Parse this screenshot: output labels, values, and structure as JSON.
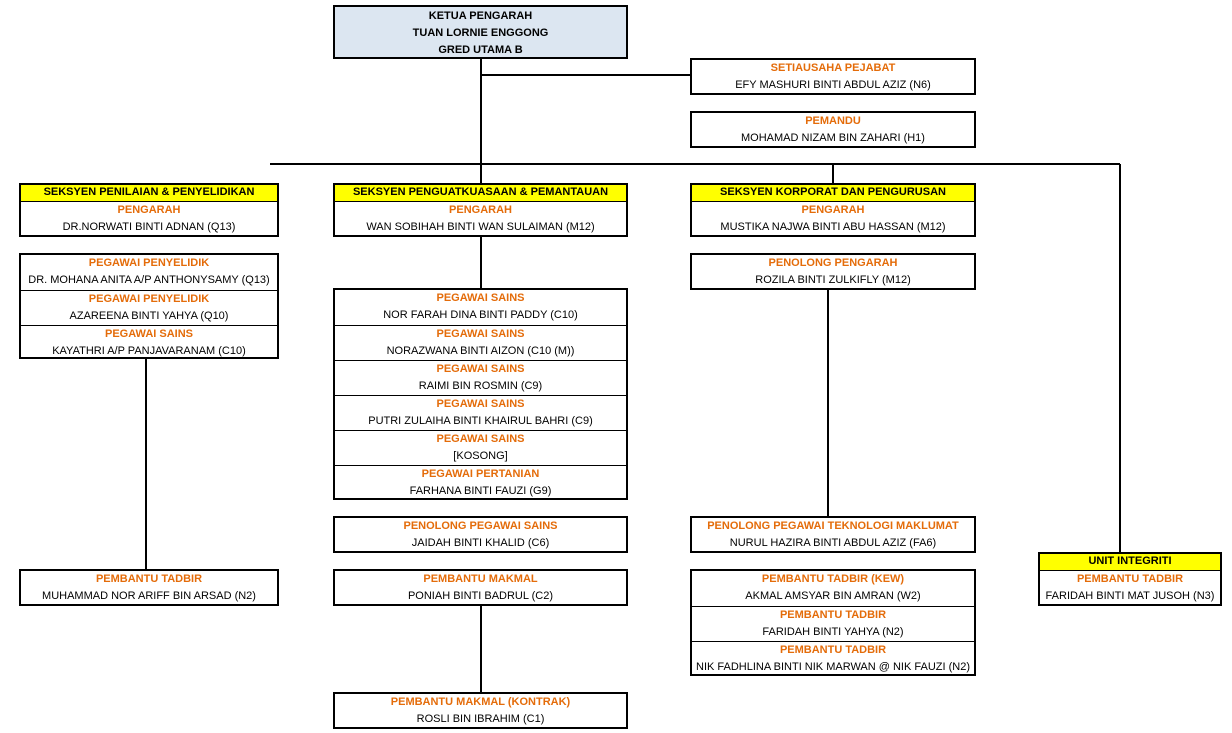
{
  "director_general": {
    "title": "KETUA PENGARAH",
    "name": "TUAN LORNIE ENGGONG",
    "grade": "GRED UTAMA B"
  },
  "office_staff": [
    {
      "role": "SETIAUSAHA PEJABAT",
      "name": "EFY MASHURI BINTI ABDUL AZIZ (N6)"
    },
    {
      "role": "PEMANDU",
      "name": "MOHAMAD NIZAM BIN ZAHARI (H1)"
    }
  ],
  "sections": [
    {
      "header": "SEKSYEN PENILAIAN & PENYELIDIKAN",
      "director": {
        "role": "PENGARAH",
        "name": "DR.NORWATI BINTI ADNAN (Q13)"
      },
      "groups": [
        [
          {
            "role": "PEGAWAI PENYELIDIK",
            "name": "DR. MOHANA ANITA A/P ANTHONYSAMY (Q13)"
          },
          {
            "role": "PEGAWAI PENYELIDIK",
            "name": "AZAREENA BINTI YAHYA (Q10)"
          },
          {
            "role": "PEGAWAI SAINS",
            "name": "KAYATHRI A/P PANJAVARANAM (C10)"
          }
        ],
        [
          {
            "role": "PEMBANTU TADBIR",
            "name": "MUHAMMAD NOR ARIFF BIN ARSAD (N2)"
          }
        ]
      ]
    },
    {
      "header": "SEKSYEN PENGUATKUASAAN & PEMANTAUAN",
      "director": {
        "role": "PENGARAH",
        "name": "WAN SOBIHAH BINTI WAN SULAIMAN (M12)"
      },
      "groups": [
        [
          {
            "role": "PEGAWAI SAINS",
            "name": "NOR FARAH DINA BINTI PADDY (C10)"
          },
          {
            "role": "PEGAWAI SAINS",
            "name": "NORAZWANA BINTI AIZON (C10 (M))"
          },
          {
            "role": "PEGAWAI SAINS",
            "name": "RAIMI BIN ROSMIN (C9)"
          },
          {
            "role": "PEGAWAI SAINS",
            "name": "PUTRI ZULAIHA BINTI KHAIRUL BAHRI (C9)"
          },
          {
            "role": "PEGAWAI SAINS",
            "name": "[KOSONG]"
          },
          {
            "role": "PEGAWAI PERTANIAN",
            "name": "FARHANA BINTI FAUZI (G9)"
          }
        ],
        [
          {
            "role": "PENOLONG PEGAWAI SAINS",
            "name": "JAIDAH BINTI KHALID (C6)"
          }
        ],
        [
          {
            "role": "PEMBANTU MAKMAL",
            "name": "PONIAH BINTI BADRUL (C2)"
          }
        ],
        [
          {
            "role": "PEMBANTU MAKMAL  (KONTRAK)",
            "name": "ROSLI BIN IBRAHIM (C1)"
          }
        ]
      ]
    },
    {
      "header": "SEKSYEN KORPORAT DAN PENGURUSAN",
      "director": {
        "role": "PENGARAH",
        "name": "MUSTIKA NAJWA BINTI ABU HASSAN (M12)"
      },
      "groups": [
        [
          {
            "role": "PENOLONG PENGARAH",
            "name": "ROZILA BINTI ZULKIFLY (M12)"
          }
        ],
        [
          {
            "role": "PENOLONG PEGAWAI TEKNOLOGI MAKLUMAT",
            "name": "NURUL HAZIRA BINTI ABDUL AZIZ (FA6)"
          }
        ],
        [
          {
            "role": "PEMBANTU TADBIR (KEW)",
            "name": "AKMAL AMSYAR BIN AMRAN (W2)"
          },
          {
            "role": "PEMBANTU TADBIR",
            "name": "FARIDAH BINTI YAHYA  (N2)"
          },
          {
            "role": "PEMBANTU TADBIR",
            "name": "NIK FADHLINA BINTI NIK MARWAN @ NIK FAUZI (N2)"
          }
        ]
      ]
    }
  ],
  "integrity_unit": {
    "header": "UNIT INTEGRITI",
    "role": "PEMBANTU TADBIR",
    "name": "FARIDAH BINTI MAT JUSOH (N3)"
  },
  "colors": {
    "role_text": "#e46c0a",
    "section_header": "#ffff00",
    "top_box": "#dce6f1"
  }
}
